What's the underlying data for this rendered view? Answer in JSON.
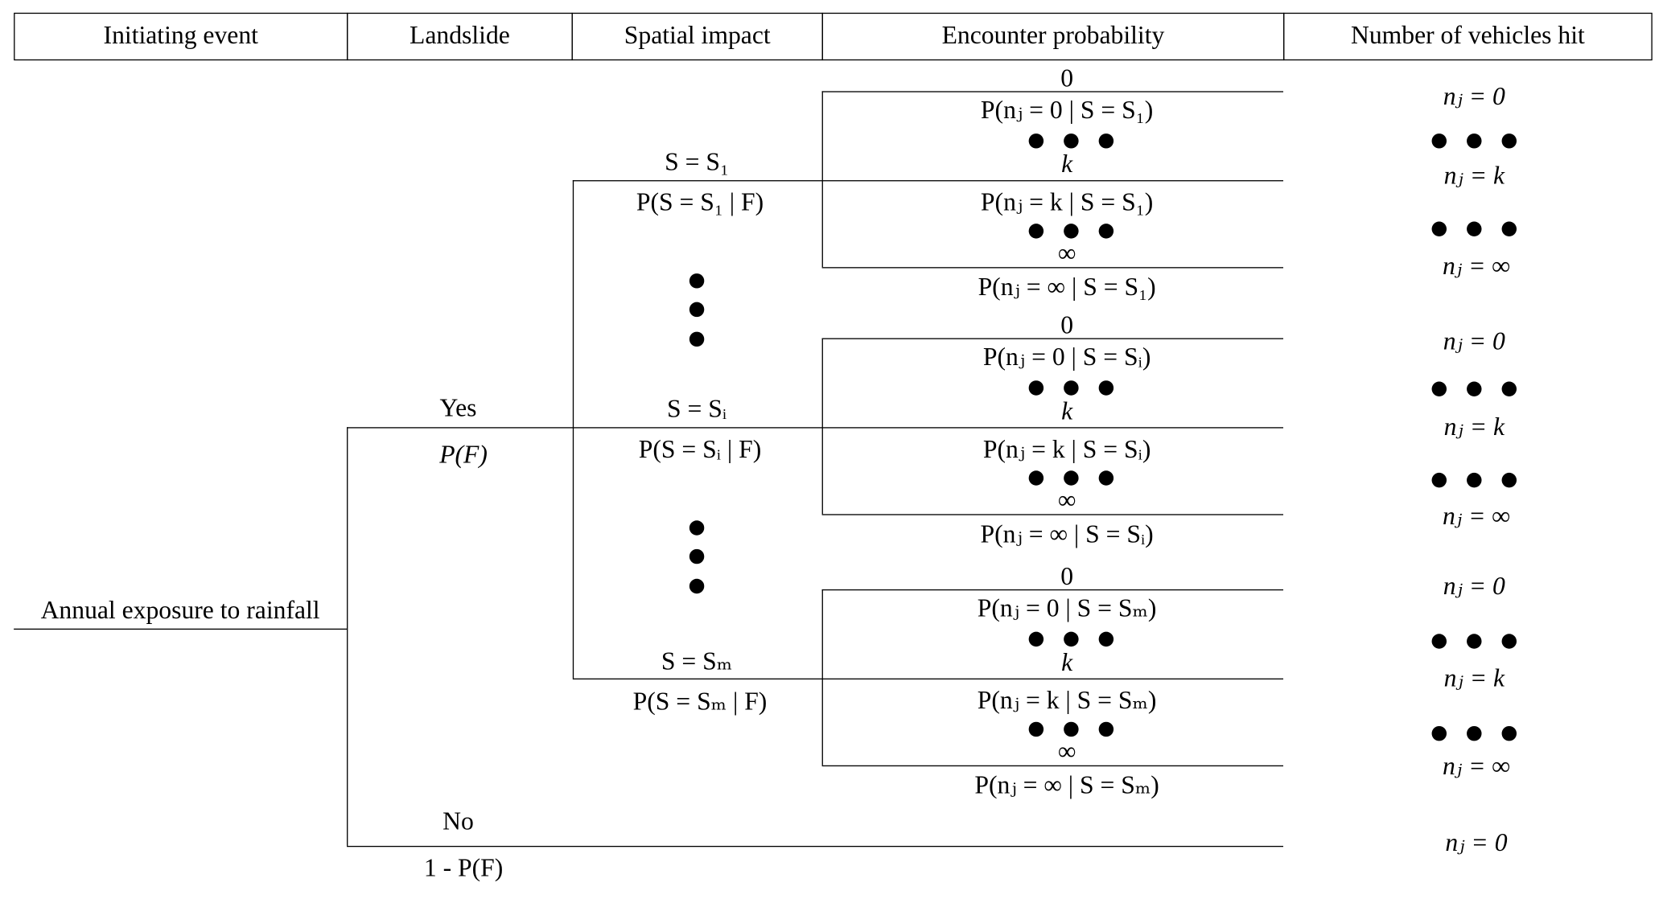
{
  "headers": [
    "Initiating event",
    "Landslide",
    "Spatial impact",
    "Encounter probability",
    "Number of vehicles hit"
  ],
  "initiating_event": "Annual exposure to rainfall",
  "landslide": {
    "yes": "Yes",
    "yes_prob": "P(F)",
    "no": "No",
    "no_prob": "1 - P(F)"
  },
  "groups": [
    {
      "spatial": "S = S₁",
      "spatial_prob": "P(S = S₁ | F)",
      "enc": [
        "0",
        "P(nⱼ = 0 | S = S₁)",
        "k",
        "P(nⱼ = k | S = S₁)",
        "∞",
        "P(nⱼ = ∞ | S = S₁)"
      ],
      "out": [
        "nⱼ = 0",
        "nⱼ = k",
        "nⱼ = ∞"
      ]
    },
    {
      "spatial": "S = Sᵢ",
      "spatial_prob": "P(S = Sᵢ | F)",
      "enc": [
        "0",
        "P(nⱼ = 0 | S = Sᵢ)",
        "k",
        "P(nⱼ = k | S = Sᵢ)",
        "∞",
        "P(nⱼ = ∞ | S = Sᵢ)"
      ],
      "out": [
        "nⱼ = 0",
        "nⱼ = k",
        "nⱼ = ∞"
      ]
    },
    {
      "spatial": "S = Sₘ",
      "spatial_prob": "P(S = Sₘ | F)",
      "enc": [
        "0",
        "P(nⱼ = 0 | S = Sₘ)",
        "k",
        "P(nⱼ = k | S = Sₘ)",
        "∞",
        "P(nⱼ = ∞ | S = Sₘ)"
      ],
      "out": [
        "nⱼ = 0",
        "nⱼ = k",
        "nⱼ = ∞"
      ]
    }
  ],
  "no_outcome": "nⱼ = 0"
}
